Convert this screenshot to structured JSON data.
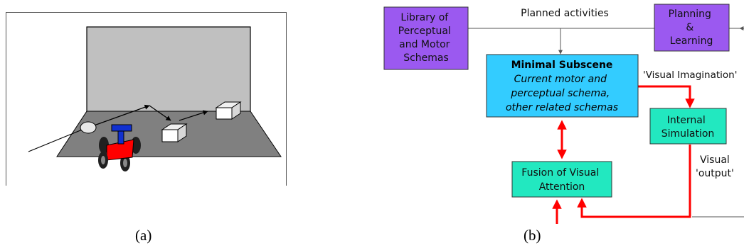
{
  "panel_a": {
    "caption": "(a)"
  },
  "panel_b": {
    "caption": "(b)",
    "library_box": [
      "Library of",
      "Perceptual",
      "and Motor",
      "Schemas"
    ],
    "planned_activities": "Planned activities",
    "planning_box": [
      "Planning",
      "&",
      "Learning"
    ],
    "subscene_title": "Minimal Subscene",
    "subscene_body": [
      "Current motor and",
      "perceptual schema,",
      "other related schemas"
    ],
    "visual_imagination": "'Visual Imagination'",
    "internal_sim_box": [
      "Internal",
      "Simulation"
    ],
    "visual_output": [
      "Visual",
      "'output'"
    ],
    "fusion_box": [
      "Fusion of Visual",
      "Attention"
    ]
  },
  "colors": {
    "purple_box": "#9b59f0",
    "cyan_box": "#33ccff",
    "teal_box": "#22e8c0",
    "red_arrow": "#ff0000",
    "wall": "#c0c0c0",
    "floor": "#808080",
    "car_body": "#ff0000",
    "car_top": "#1030d0"
  }
}
